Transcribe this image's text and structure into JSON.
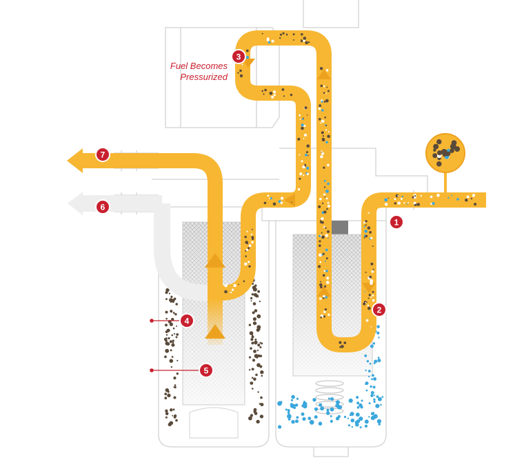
{
  "diagram": {
    "annotation": {
      "line1": "Fuel Becomes",
      "line2": "Pressurized"
    },
    "steps": [
      {
        "id": "1",
        "label": "1"
      },
      {
        "id": "2",
        "label": "2"
      },
      {
        "id": "3",
        "label": "3"
      },
      {
        "id": "4",
        "label": "4"
      },
      {
        "id": "5",
        "label": "5"
      },
      {
        "id": "6",
        "label": "6"
      },
      {
        "id": "7",
        "label": "7"
      }
    ],
    "colors": {
      "fuel": "#f7b733",
      "fuel_dark": "#eda21f",
      "clean": "#ededed",
      "badge": "#c8202f",
      "water": "#3ba7dc",
      "dirt": "#5a4a3a",
      "outline": "#d8d8d8"
    }
  }
}
